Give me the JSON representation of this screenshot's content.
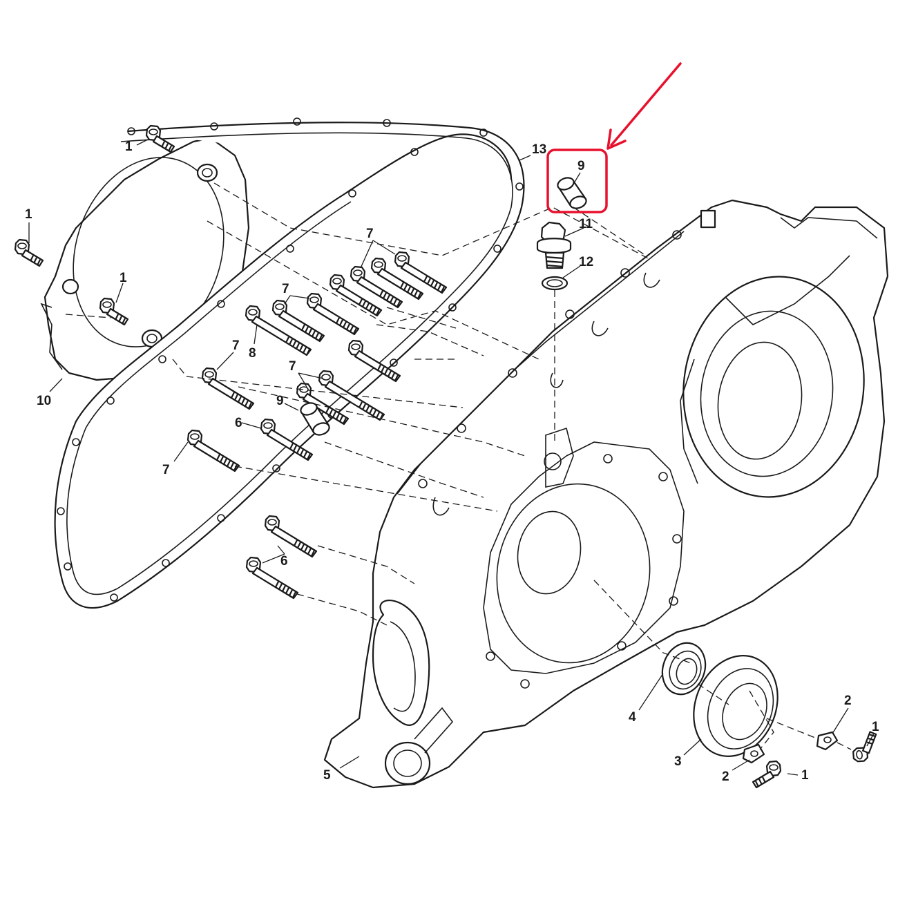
{
  "callouts": {
    "c1a": "1",
    "c1b": "1",
    "c1c": "1",
    "c1d": "1",
    "c1e": "1",
    "c2a": "2",
    "c2b": "2",
    "c3": "3",
    "c4": "4",
    "c5": "5",
    "c6a": "6",
    "c6b": "6",
    "c7a": "7",
    "c7b": "7",
    "c7c": "7",
    "c7d": "7",
    "c7e": "7",
    "c8": "8",
    "c9a": "9",
    "c9b": "9",
    "c10": "10",
    "c11": "11",
    "c12": "12",
    "c13": "13"
  },
  "highlight": {
    "color": "#e8112d",
    "part": "9"
  }
}
